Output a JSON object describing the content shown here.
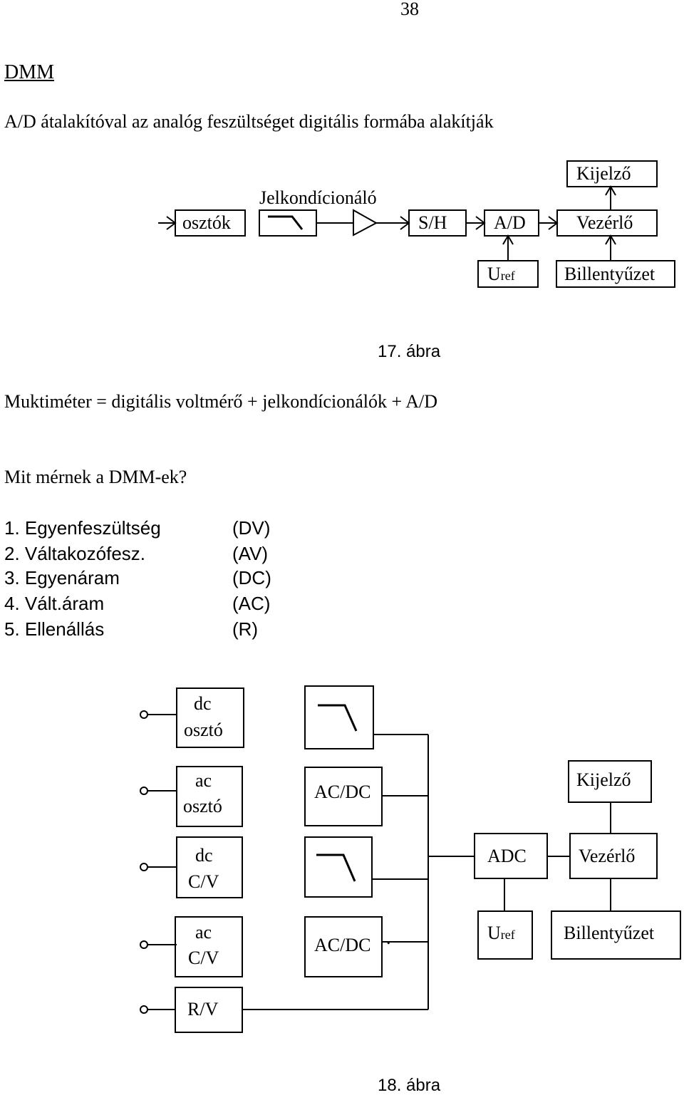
{
  "page_number": "38",
  "heading": "DMM",
  "intro": "A/D átalakítóval az analóg feszültséget digitális formába alakítják",
  "fig17": {
    "jelkond": "Jelkondícionáló",
    "osztok": "osztók",
    "sh": "S/H",
    "ad": "A/D",
    "kijelzo": "Kijelző",
    "vezerlo": "Vezérlő",
    "uref_main": "U",
    "uref_sub": "ref",
    "billentyuzet": "Billentyűzet",
    "caption": "17. ábra"
  },
  "formula": "Muktiméter = digitális voltmérő + jelkondícionálók + A/D",
  "question": "Mit mérnek a DMM-ek?",
  "measurements": [
    {
      "label": "1. Egyenfeszültség",
      "abbr": "(DV)"
    },
    {
      "label": "2. Váltakozófesz.",
      "abbr": "(AV)"
    },
    {
      "label": "3. Egyenáram",
      "abbr": "(DC)"
    },
    {
      "label": "4. Vált.áram",
      "abbr": "(AC)"
    },
    {
      "label": "5. Ellenállás",
      "abbr": "(R)"
    }
  ],
  "fig18": {
    "dc_oszto_1": "dc",
    "dc_oszto_2": "osztó",
    "ac_oszto_1": "ac",
    "ac_oszto_2": "osztó",
    "dc_cv_1": "dc",
    "dc_cv_2": "C/V",
    "ac_cv_1": "ac",
    "ac_cv_2": "C/V",
    "rv": "R/V",
    "acdc_1": "AC/DC",
    "acdc_2": "AC/DC",
    "dot": ".",
    "adc": "ADC",
    "kijelzo": "Kijelző",
    "vezerlo": "Vezérlő",
    "uref_main": "U",
    "uref_sub": "ref",
    "billentyuzet": "Billentyűzet",
    "caption": "18. ábra"
  }
}
